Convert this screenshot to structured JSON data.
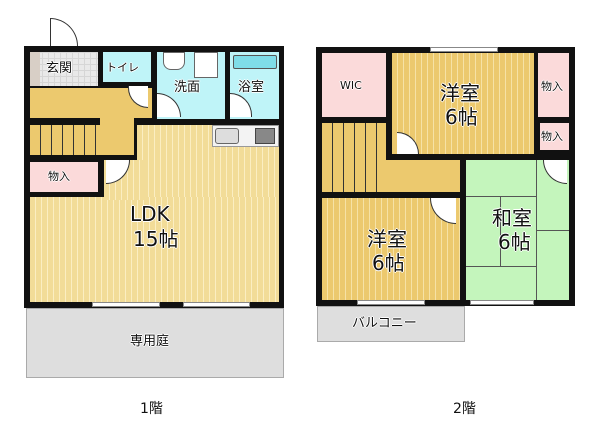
{
  "floors": [
    {
      "caption": "1階",
      "rooms": {
        "genkan": "玄関",
        "toilet": "トイレ",
        "washroom": "洗面",
        "bathroom": "浴室",
        "storage": "物入",
        "ldk_name": "LDK",
        "ldk_size": "15帖",
        "garden": "専用庭"
      }
    },
    {
      "caption": "2階",
      "rooms": {
        "wic": "WIC",
        "western1_name": "洋室",
        "western1_size": "6帖",
        "storage_top": "物入",
        "storage_mid": "物入",
        "western2_name": "洋室",
        "western2_size": "6帖",
        "japanese_name": "和室",
        "japanese_size": "6帖",
        "balcony": "バルコニー"
      }
    }
  ],
  "colors": {
    "wood_floor": "#f2dc98",
    "hallway": "#ecc96e",
    "wet_area": "#bff4f8",
    "storage": "#fbdada",
    "tatami": "#c4f5bc",
    "exterior": "#dedede",
    "wall": "#111111"
  }
}
